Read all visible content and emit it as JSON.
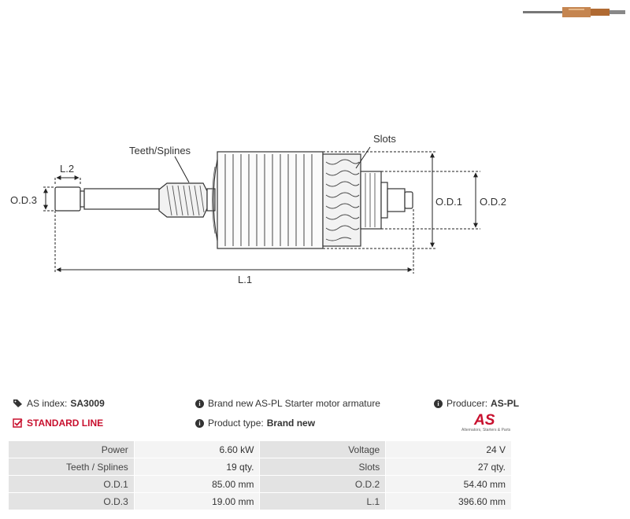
{
  "diagram": {
    "labels": {
      "teeth": "Teeth/Splines",
      "slots": "Slots",
      "l2": "L.2",
      "od3": "O.D.3",
      "od1": "O.D.1",
      "od2": "O.D.2",
      "l1": "L.1"
    }
  },
  "info": {
    "as_index_label": "AS index:",
    "as_index_value": "SA3009",
    "standard_line": "STANDARD LINE",
    "description": "Brand new AS-PL Starter motor armature",
    "product_type_label": "Product type:",
    "product_type_value": "Brand new",
    "producer_label": "Producer:",
    "producer_value": "AS-PL"
  },
  "logo": {
    "mark": "AS",
    "tagline": "Alternators, Starters & Parts"
  },
  "specs": [
    [
      "Power",
      "6.60 kW",
      "Voltage",
      "24 V"
    ],
    [
      "Teeth / Splines",
      "19 qty.",
      "Slots",
      "27 qty."
    ],
    [
      "O.D.1",
      "85.00 mm",
      "O.D.2",
      "54.40 mm"
    ],
    [
      "O.D.3",
      "19.00 mm",
      "L.1",
      "396.60 mm"
    ]
  ]
}
